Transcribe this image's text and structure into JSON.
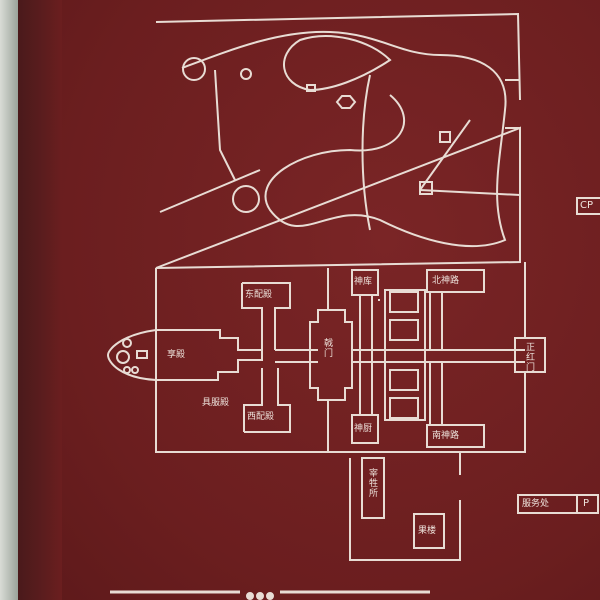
{
  "sign": {
    "colors": {
      "board": "#6b1e1f",
      "line": "#e8dcd4"
    },
    "labels": {
      "main_hall": "享殿",
      "east_side_hall": "东配殿",
      "west_side_hall": "西配殿",
      "robing_hall": "具服殿",
      "central_gate": "戟门",
      "north_room": "神库",
      "south_room": "神厨",
      "north_corridor": "北神路",
      "south_corridor": "南神路",
      "main_gate": "正红门",
      "slaughter_house": "宰牲所",
      "fruit_house": "果楼",
      "service_point": "服务处",
      "legend_partial_1": "CP",
      "legend_partial_2": "P"
    }
  }
}
